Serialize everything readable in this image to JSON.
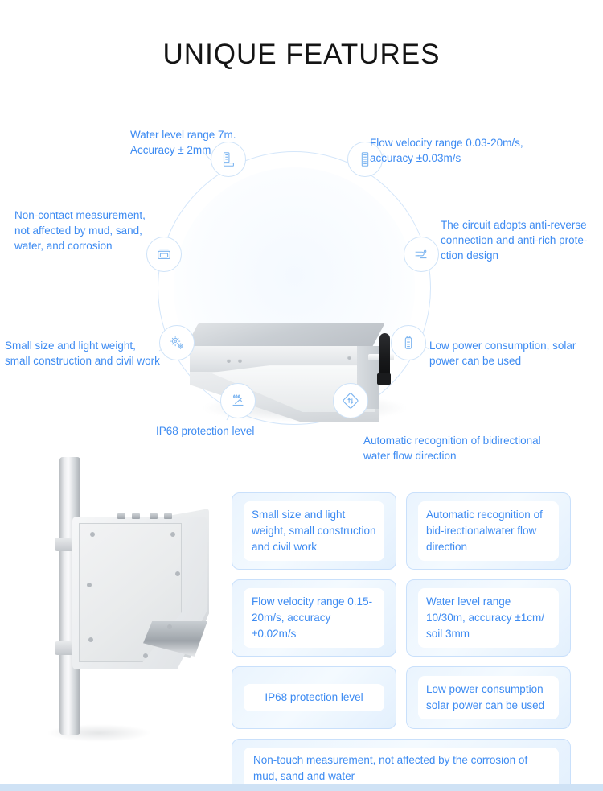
{
  "page": {
    "title": "UNIQUE FEATURES",
    "accent_color": "#3d8bf2",
    "ring_color": "#cfe3f8",
    "footer_bar_color": "#cfe2f5"
  },
  "hero": {
    "product_alt": "radar water level and flow velocity sensor",
    "features": [
      {
        "id": "water-level",
        "icon": "ruler-icon",
        "label": "Water level range 7m.\nAccuracy ± 2mm"
      },
      {
        "id": "flow-velocity",
        "icon": "measure-scale-icon",
        "label": "Flow velocity range 0.03-20m/s,\naccuracy ±0.03m/s"
      },
      {
        "id": "non-contact",
        "icon": "layers-icon",
        "label": "Non-contact measurement,\nnot affected by mud, sand,\nwater, and corrosion"
      },
      {
        "id": "circuit-protection",
        "icon": "circuit-icon",
        "label": "The circuit adopts anti-reverse\nconnection and anti-rich prote-\nction design"
      },
      {
        "id": "small-size",
        "icon": "gears-icon",
        "label": "Small size and light weight,\nsmall construction and civil work"
      },
      {
        "id": "low-power",
        "icon": "battery-icon",
        "label": "Low power consumption, solar\npower can be used"
      },
      {
        "id": "ip68",
        "icon": "waterproof-icon",
        "label": "IP68 protection level"
      },
      {
        "id": "bidirectional",
        "icon": "bidirectional-flow-icon",
        "label": "Automatic recognition of bidirectional\nwater flow direction"
      }
    ]
  },
  "spec_cards": [
    {
      "id": "small-size-card",
      "text": "Small size and light weight, small construction and civil work",
      "align": "left"
    },
    {
      "id": "bidirectional-card",
      "text": "Automatic recognition of bid-irectionalwater flow direction",
      "align": "left"
    },
    {
      "id": "flow-velocity-card",
      "text": "Flow velocity range 0.15-20m/s, accuracy ±0.02m/s",
      "align": "left"
    },
    {
      "id": "water-level-card",
      "text": "Water level range 10/30m, accuracy ±1cm/ soil 3mm",
      "align": "left"
    },
    {
      "id": "ip68-card",
      "text": "IP68 protection level",
      "align": "center"
    },
    {
      "id": "low-power-card",
      "text": "Low power consumption solar power can be used",
      "align": "left"
    },
    {
      "id": "non-touch-card",
      "text": "Non-touch measurement, not affected by the corrosion of mud, sand and water",
      "align": "left"
    }
  ]
}
